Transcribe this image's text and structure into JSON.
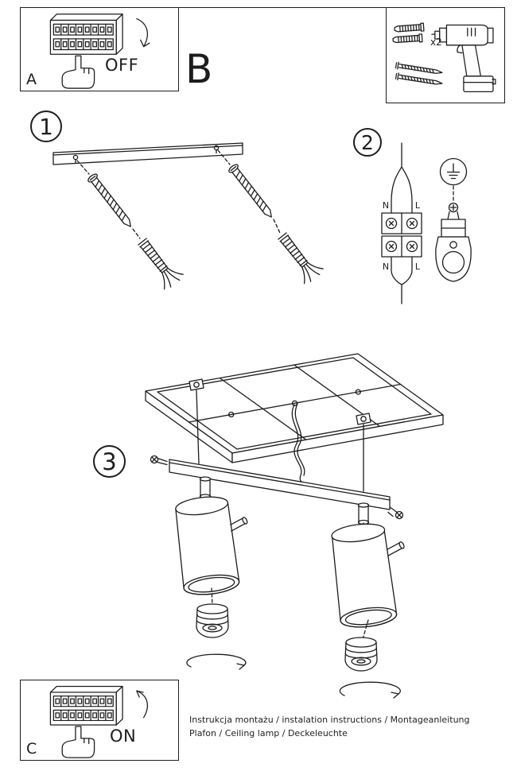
{
  "colors": {
    "ink": "#1d1d1d",
    "paper": "#ffffff"
  },
  "header": {
    "panel_a_label": "A",
    "off_label": "OFF",
    "panel_b_label": "B",
    "plug_count": "x2"
  },
  "steps": {
    "one": "1",
    "two": "2",
    "three": "3"
  },
  "wiring": {
    "neutral": "N",
    "live": "L"
  },
  "footer_box": {
    "panel_c_label": "C",
    "on_label": "ON"
  },
  "footer": {
    "line1": "Instrukcja montażu / instalation instructions / Montageanleitung",
    "line2": "Plafon / Ceiling lamp / Deckeleuchte"
  },
  "icons": {
    "breaker_panel": "breaker-panel-icon",
    "pointing_hand": "pointing-hand-icon",
    "flip_arrow": "flip-arrow-icon",
    "wall_plug": "wall-plug-icon",
    "screw": "screw-icon",
    "drill": "drill-icon",
    "mounting_bracket": "mounting-bracket",
    "terminal_block": "terminal-block-icon",
    "earth_ground": "earth-ground-icon",
    "strain_relief": "strain-relief-part",
    "ceiling_plate": "ceiling-plate",
    "mounting_bar": "mounting-bar",
    "spotlight": "spotlight-head",
    "gu10_bulb": "gu10-bulb",
    "rotate_arrow": "rotate-arrow-icon"
  }
}
